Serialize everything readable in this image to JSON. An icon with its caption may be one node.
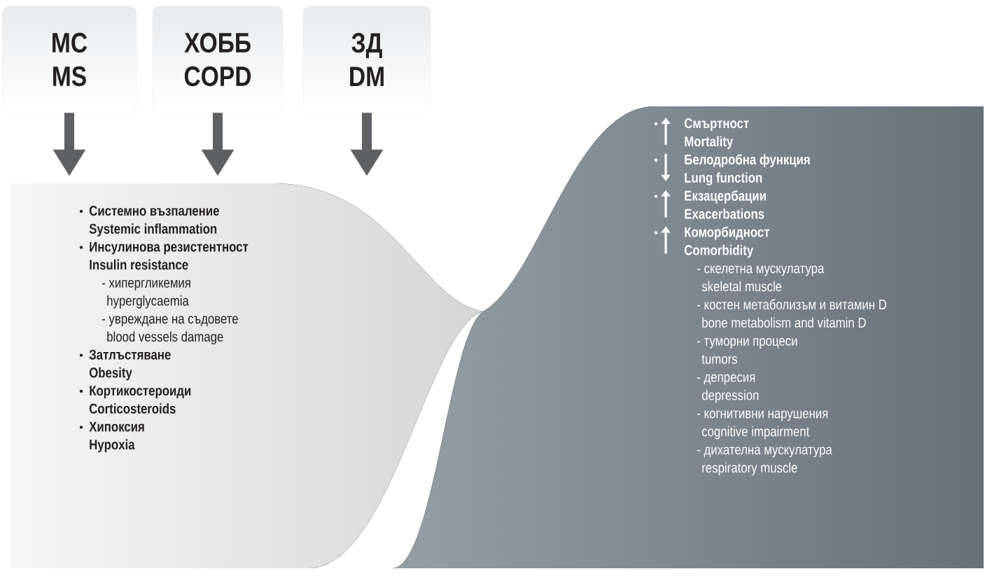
{
  "diagram": {
    "nodes": [
      {
        "text": [
          "МС",
          "MS"
        ]
      },
      {
        "text": [
          "ХОББ",
          "COPD"
        ]
      },
      {
        "text": [
          "ЗД",
          "DM"
        ]
      },
      {
        "text": [
          "Системно възпаление",
          "Systemic inflammation",
          "Инсулинова резистентност",
          "Insulin resistance",
          "- хипергликемия",
          "hyperglycaemia",
          "- увреждане на съдовете",
          "blood vessels damage",
          "Затлъстяване",
          "Obesity",
          "Кортикостероиди",
          "Corticosteroids",
          "Хипоксия",
          "Hypoxia"
        ]
      },
      {
        "text": [
          "Смъртност",
          "Mortality",
          "Белодробна функция",
          "Lung function",
          "Екзацербации",
          "Exacerbations",
          "Коморбидност",
          "Comorbidity",
          "- скелетна мускулатура",
          "skeletal muscle",
          "- костен метаболизъм и витамин D",
          "bone metabolism and vitamin D",
          "- туморни процеси",
          "tumors",
          "- депресия",
          "depression",
          "- когнитивни нарушения",
          "cognitive impairment",
          "- дихателна мускулатура",
          "respiratory muscle"
        ]
      }
    ],
    "edges": [
      {
        "from": 0,
        "to": 3,
        "arrow": "to"
      },
      {
        "from": 1,
        "to": 3,
        "arrow": "to"
      },
      {
        "from": 2,
        "to": 3,
        "arrow": "to"
      }
    ]
  }
}
